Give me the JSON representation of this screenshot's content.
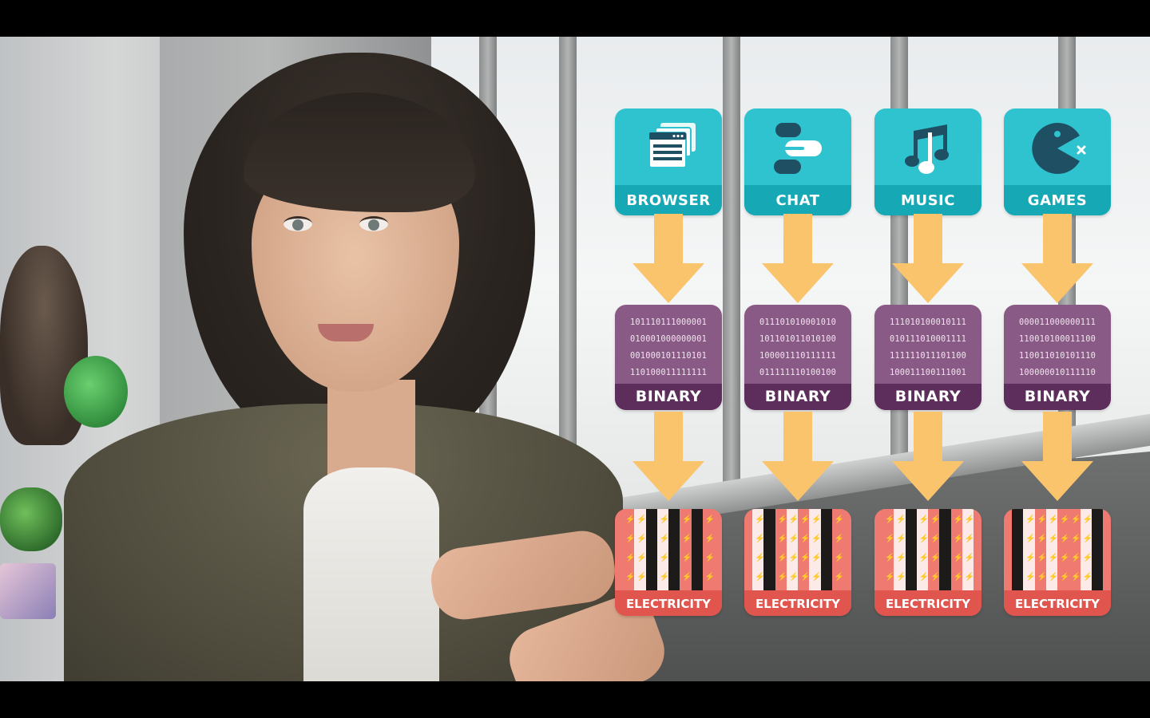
{
  "colors": {
    "app_tile": "#2fc3cf",
    "app_band": "#16a8b5",
    "binary_tile": "#8a5a86",
    "binary_band": "#5d2e5b",
    "electricity_tile": "#ef7a72",
    "electricity_band": "#e0554e",
    "arrow": "#f9c46b"
  },
  "columns": [
    {
      "app": {
        "label": "BROWSER",
        "icon": "browser-windows-icon"
      },
      "binary": {
        "label": "BINARY",
        "lines": [
          "10111011100000 1",
          "01000100000000 1",
          "00100010111010 1",
          "11010001111111 1"
        ]
      },
      "electricity": {
        "label": "ELECTRICITY",
        "pattern": "rwkwkrkr"
      }
    },
    {
      "app": {
        "label": "CHAT",
        "icon": "chat-bubbles-icon"
      },
      "binary": {
        "label": "BINARY",
        "lines": [
          "01110101000101 0",
          "10110101101010 0",
          "10000111011111 1",
          "01111111010010 0"
        ]
      },
      "electricity": {
        "label": "ELECTRICITY",
        "pattern": "wkrwrwkr"
      }
    },
    {
      "app": {
        "label": "MUSIC",
        "icon": "music-notes-icon"
      },
      "binary": {
        "label": "BINARY",
        "lines": [
          "11101010001011 1",
          "01011101000111 1",
          "11111101110110 0",
          "10001110011100 1"
        ]
      },
      "electricity": {
        "label": "ELECTRICITY",
        "pattern": "rwkwrkrw"
      }
    },
    {
      "app": {
        "label": "GAMES",
        "icon": "pac-man-icon"
      },
      "binary": {
        "label": "BINARY",
        "lines": [
          "00001100000011 1",
          "11001010001110 0",
          "11001101010111 0",
          "10000001011111 0"
        ]
      },
      "electricity": {
        "label": "ELECTRICITY",
        "pattern": "kwrwrrwk"
      }
    }
  ]
}
